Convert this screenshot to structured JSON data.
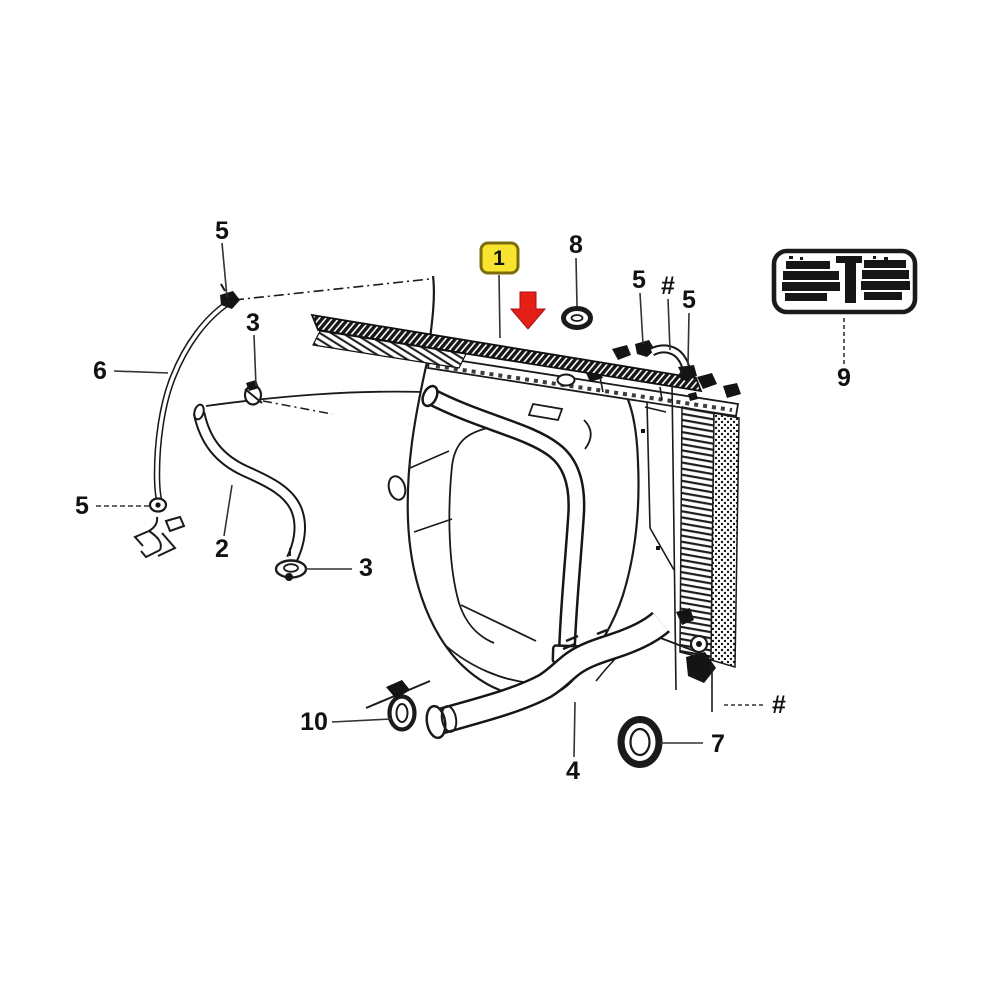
{
  "figure": {
    "type": "exploded-parts-diagram",
    "background": "#ffffff",
    "line_color": "#1a1a1a",
    "leader_color": "#333333",
    "highlight_badge": {
      "label": "1",
      "fill": "#f8e42e",
      "border": "#7c6d0a"
    },
    "arrow_color": "#e42016",
    "callouts": [
      {
        "label": "5"
      },
      {
        "label": "3"
      },
      {
        "label": "6"
      },
      {
        "label": "5"
      },
      {
        "label": "2"
      },
      {
        "label": "3"
      },
      {
        "label": "10"
      },
      {
        "label": "4"
      },
      {
        "label": "7"
      },
      {
        "label": "#"
      },
      {
        "label": "8"
      },
      {
        "label": "5"
      },
      {
        "label": "#"
      },
      {
        "label": "5"
      },
      {
        "label": "9"
      }
    ]
  }
}
